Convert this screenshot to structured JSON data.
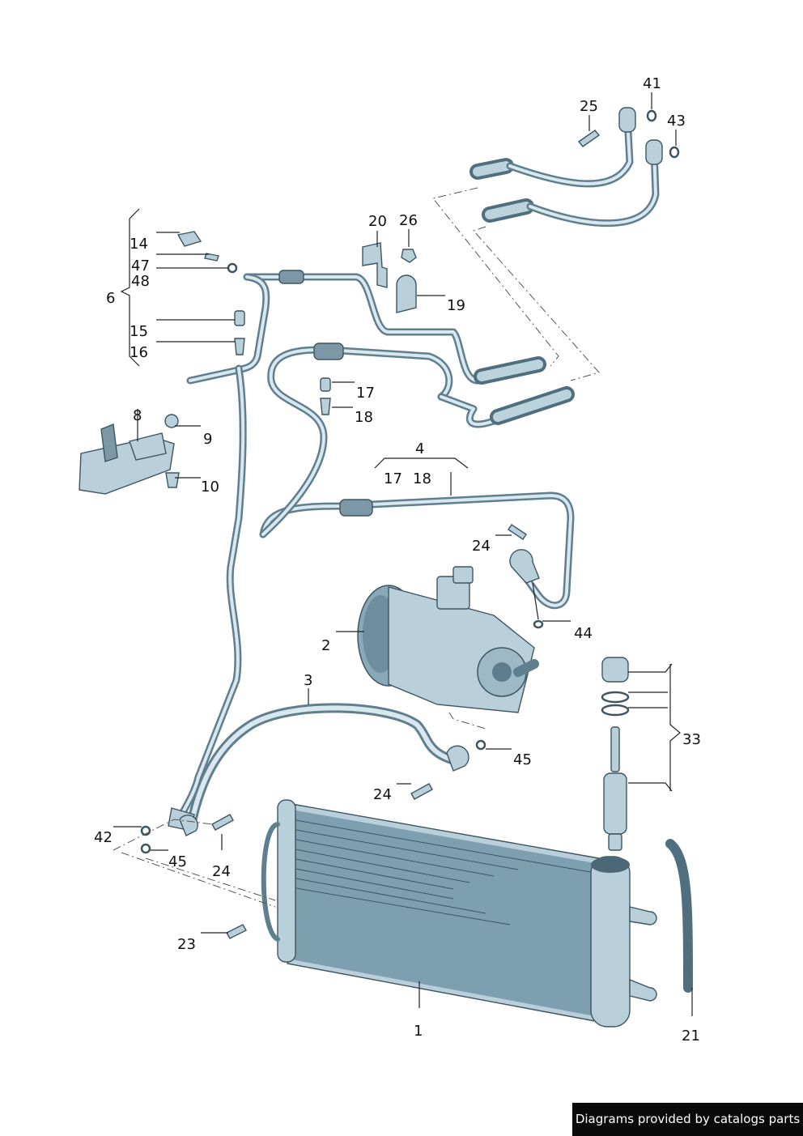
{
  "callouts": [
    {
      "id": "c1",
      "text": "1"
    },
    {
      "id": "c2",
      "text": "2"
    },
    {
      "id": "c3",
      "text": "3"
    },
    {
      "id": "c4",
      "text": "4"
    },
    {
      "id": "c6",
      "text": "6"
    },
    {
      "id": "c8",
      "text": "8"
    },
    {
      "id": "c9",
      "text": "9"
    },
    {
      "id": "c10",
      "text": "10"
    },
    {
      "id": "c14",
      "text": "14"
    },
    {
      "id": "c15",
      "text": "15"
    },
    {
      "id": "c16",
      "text": "16"
    },
    {
      "id": "c17a",
      "text": "17"
    },
    {
      "id": "c17b",
      "text": "17"
    },
    {
      "id": "c18a",
      "text": "18"
    },
    {
      "id": "c18b",
      "text": "18"
    },
    {
      "id": "c19",
      "text": "19"
    },
    {
      "id": "c20",
      "text": "20"
    },
    {
      "id": "c21",
      "text": "21"
    },
    {
      "id": "c23",
      "text": "23"
    },
    {
      "id": "c24a",
      "text": "24"
    },
    {
      "id": "c24b",
      "text": "24"
    },
    {
      "id": "c24c",
      "text": "24"
    },
    {
      "id": "c25",
      "text": "25"
    },
    {
      "id": "c26",
      "text": "26"
    },
    {
      "id": "c33",
      "text": "33"
    },
    {
      "id": "c41",
      "text": "41"
    },
    {
      "id": "c42",
      "text": "42"
    },
    {
      "id": "c43",
      "text": "43"
    },
    {
      "id": "c44",
      "text": "44"
    },
    {
      "id": "c45a",
      "text": "45"
    },
    {
      "id": "c45b",
      "text": "45"
    },
    {
      "id": "c47",
      "text": "47"
    },
    {
      "id": "c48",
      "text": "48"
    }
  ],
  "footer": {
    "text": "Diagrams provided by catalogs parts"
  }
}
